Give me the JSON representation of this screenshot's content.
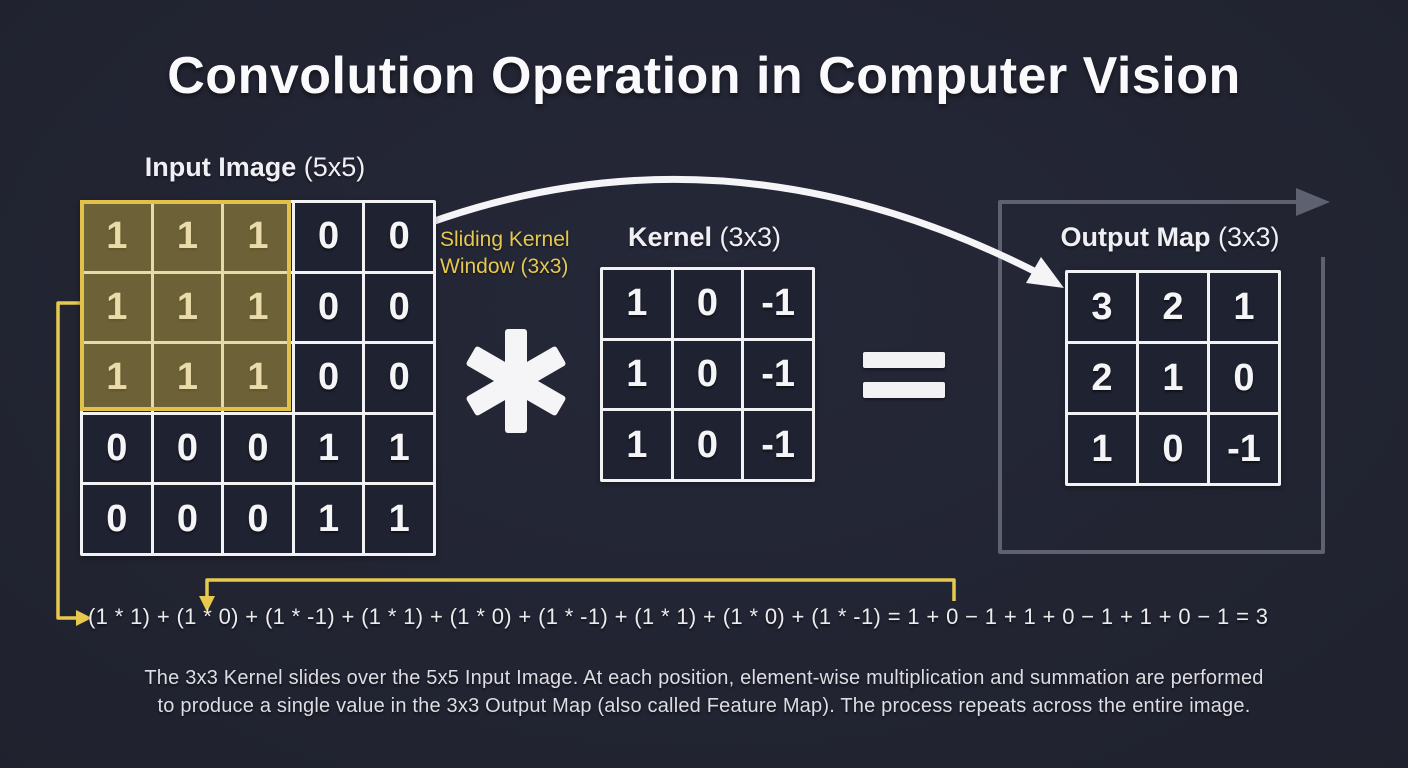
{
  "title": "Convolution Operation in Computer Vision",
  "colors": {
    "background": "#20222F",
    "accent_yellow": "#E8C94F",
    "highlight_border": "#E2C14A",
    "grid_line_white": "#F2F2F5",
    "text_primary": "#F5F5F7",
    "loop_frame_gray": "#5D6170"
  },
  "input": {
    "label": "Input Image",
    "label_size": "(5x5)",
    "grid": [
      [
        "1",
        "1",
        "1",
        "0",
        "0"
      ],
      [
        "1",
        "1",
        "1",
        "0",
        "0"
      ],
      [
        "1",
        "1",
        "1",
        "0",
        "0"
      ],
      [
        "0",
        "0",
        "0",
        "1",
        "1"
      ],
      [
        "0",
        "0",
        "0",
        "1",
        "1"
      ]
    ]
  },
  "sliding_window": {
    "line1": "Sliding Kernel",
    "line2": "Window (3x3)"
  },
  "kernel": {
    "label": "Kernel",
    "label_size": "(3x3)",
    "grid": [
      [
        "1",
        "0",
        "-1"
      ],
      [
        "1",
        "0",
        "-1"
      ],
      [
        "1",
        "0",
        "-1"
      ]
    ]
  },
  "output": {
    "label": "Output Map",
    "label_size": "(3x3)",
    "grid": [
      [
        "3",
        "2",
        "1"
      ],
      [
        "2",
        "1",
        "0"
      ],
      [
        "1",
        "0",
        "-1"
      ]
    ]
  },
  "operators": {
    "convolution": "asterisk",
    "equals": "="
  },
  "formula": "(1 * 1) + (1 * 0) + (1 * -1) + (1 * 1) + (1 * 0) + (1 * -1) + (1 * 1) + (1 * 0) + (1 * -1) = 1 + 0 − 1 + 1 + 0 − 1 + 1 + 0 − 1 = 3",
  "caption": {
    "line1": "The 3x3 Kernel slides over the 5x5 Input Image. At each position, element-wise multiplication and summation are performed",
    "line2": "to produce a single value in the 3x3 Output Map (also called Feature Map). The process repeats across the entire image."
  }
}
